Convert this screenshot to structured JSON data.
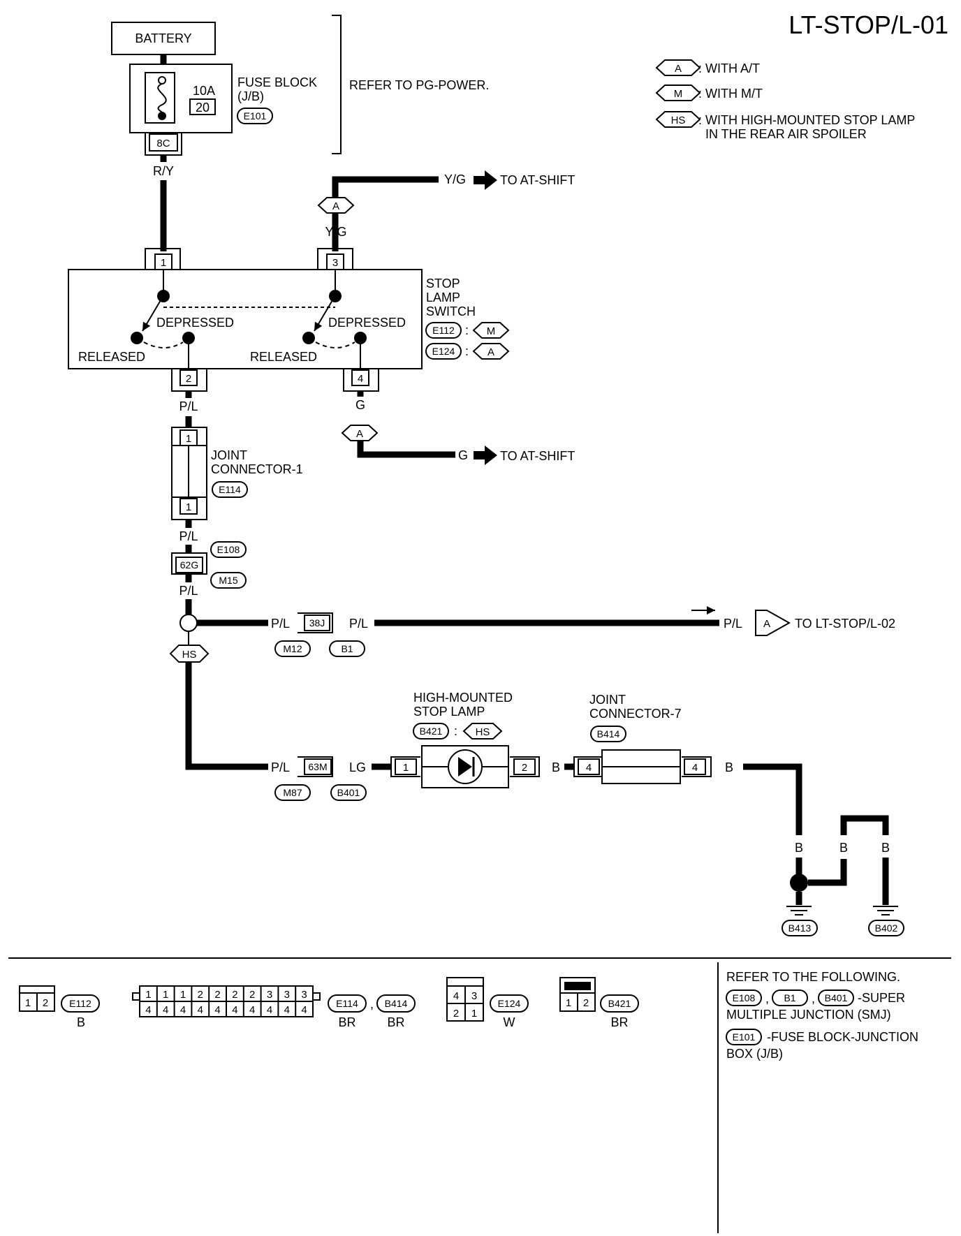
{
  "title": "LT-STOP/L-01",
  "legend": [
    {
      "tag": "A",
      "text": ": WITH A/T"
    },
    {
      "tag": "M",
      "text": ": WITH M/T"
    },
    {
      "tag": "HS",
      "text": ": WITH HIGH-MOUNTED STOP LAMP",
      "text2": "IN THE REAR AIR SPOILER"
    }
  ],
  "components": {
    "battery": "BATTERY",
    "fuse_block": {
      "line1": "FUSE BLOCK",
      "line2": "(J/B)",
      "connector": "E101",
      "fuse_amp": "10A",
      "fuse_no": "20",
      "terminal": "8C"
    },
    "refer_power": "REFER TO PG-POWER.",
    "stop_lamp_switch": {
      "line1": "STOP",
      "line2": "LAMP",
      "line3": "SWITCH",
      "conn1": "E112",
      "cond1": "M",
      "conn2": "E124",
      "cond2": "A",
      "depressed": "DEPRESSED",
      "released": "RELEASED",
      "pin1": "1",
      "pin2": "2",
      "pin3": "3",
      "pin4": "4"
    },
    "joint1": {
      "line1": "JOINT",
      "line2": "CONNECTOR-1",
      "connector": "E114",
      "pin_top": "1",
      "pin_bottom": "1"
    },
    "smj62": {
      "terminal": "62G",
      "conn_a": "E108",
      "conn_b": "M15"
    },
    "smj38": {
      "terminal": "38J",
      "conn_a": "M12",
      "conn_b": "B1"
    },
    "smj63": {
      "terminal": "63M",
      "conn_a": "M87",
      "conn_b": "B401"
    },
    "hmsl": {
      "line1": "HIGH-MOUNTED",
      "line2": "STOP LAMP",
      "connector": "B421",
      "cond": "HS",
      "pin1": "1",
      "pin2": "2"
    },
    "joint7": {
      "line1": "JOINT",
      "line2": "CONNECTOR-7",
      "connector": "B414",
      "pin_in": "4",
      "pin_out": "4"
    },
    "grounds": [
      "B413",
      "B402"
    ]
  },
  "wires": {
    "ry": "R/Y",
    "yg": "Y/G",
    "pl": "P/L",
    "g": "G",
    "lg": "LG",
    "b": "B",
    "to_at_shift": "TO AT-SHIFT",
    "to_lt02": "TO LT-STOP/L-02",
    "cond_a": "A",
    "cond_hs": "HS",
    "off_page_tag": "A"
  },
  "connector_views": [
    {
      "id": "E112",
      "color": "B",
      "top": [
        "1",
        "2"
      ],
      "bottom": []
    },
    {
      "id": "E114",
      "id2": "B414",
      "color": "BR",
      "color2": "BR",
      "top": [
        "1",
        "1",
        "1",
        "2",
        "2",
        "2",
        "2",
        "3",
        "3",
        "3"
      ],
      "bottom": [
        "4",
        "4",
        "4",
        "4",
        "4",
        "4",
        "4",
        "4",
        "4",
        "4"
      ]
    },
    {
      "id": "E124",
      "color": "W",
      "top": [
        "4",
        "3"
      ],
      "bottom": [
        "2",
        "1"
      ]
    },
    {
      "id": "B421",
      "color": "BR",
      "top": [
        "1",
        "2"
      ],
      "bottom": []
    }
  ],
  "refer": {
    "heading": "REFER TO THE FOLLOWING.",
    "smj_codes": [
      "E108",
      "B1",
      "B401"
    ],
    "smj_text1": "-SUPER",
    "smj_text2": "MULTIPLE JUNCTION (SMJ)",
    "fb_code": "E101",
    "fb_text1": "-FUSE BLOCK-JUNCTION",
    "fb_text2": "BOX (J/B)"
  }
}
